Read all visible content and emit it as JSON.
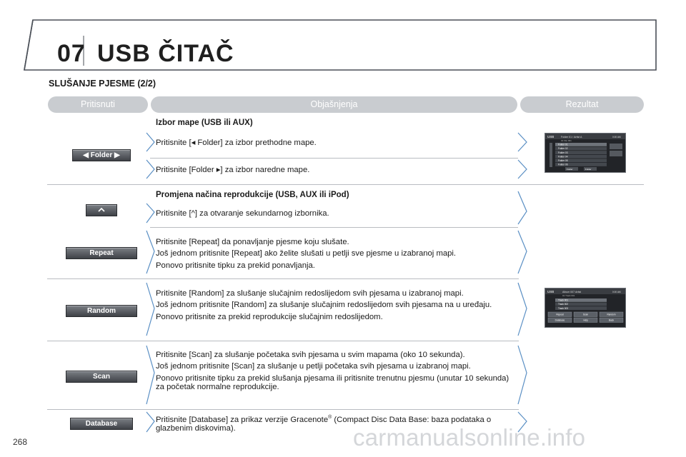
{
  "header": {
    "chapter_number": "07",
    "chapter_title": "USB ČITAČ"
  },
  "subtitle": "SLUŠANJE PJESME (2/2)",
  "columns": {
    "press": "Pritisnuti",
    "explanation": "Objašnjenja",
    "result": "Rezultat"
  },
  "section_folder": {
    "heading": "Izbor mape (USB ili AUX)",
    "button_label": "Folder",
    "prev_text": "Pritisnite [◂ Folder] za izbor prethodne mape.",
    "next_text": "Pritisnite [Folder ▸] za izbor naredne mape."
  },
  "section_mode": {
    "heading": "Promjena načina reprodukcije (USB, AUX ili iPod)",
    "menu_button_label": "^",
    "menu_text": "Pritisnite [^] za otvaranje sekundarnog izbornika."
  },
  "repeat": {
    "button_label": "Repeat",
    "lines": [
      "Pritisnite [Repeat] da ponavljanje pjesme koju slušate.",
      "Još jednom pritisnite [Repeat] ako želite slušati u petlji sve pjesme u izabranoj mapi.",
      "Ponovo pritisnite tipku za prekid ponavljanja."
    ]
  },
  "random": {
    "button_label": "Random",
    "lines": [
      "Pritisnite [Random] za slušanje slučajnim redoslijedom svih pjesama u izabranoj mapi.",
      "Još jednom pritisnite [Random] za slušanje slučajnim redoslijedom svih pjesama na u uređaju.",
      "Ponovo pritisnite za prekid reprodukcije slučajnim redoslijedom."
    ]
  },
  "scan": {
    "button_label": "Scan",
    "lines": [
      "Pritisnite [Scan] za slušanje početaka svih pjesama u svim mapama (oko 10 sekunda).",
      "Još jednom pritisnite [Scan] za slušanje u petlji početaka svih pjesama u izabranoj mapi.",
      "Ponovo pritisnite tipku za prekid slušanja pjesama ili pritisnite trenutnu pjesmu (unutar 10 sekunda) za početak normalne reprodukcije."
    ]
  },
  "database": {
    "button_label": "Database",
    "text_before": "Pritisnite [Database] za prikaz verzije Gracenote",
    "registered": "®",
    "text_after": " (Compact Disc Data Base: baza podataka o glazbenim diskovima)."
  },
  "screen1": {
    "source": "USB",
    "title": "Folder 01 / Artist A",
    "subtitle": "01 File 001",
    "clock": "0:00 AM",
    "list": [
      "Folder 01",
      "Folder 02",
      "Folder 03",
      "Folder 04",
      "Folder 05",
      "Folder 06"
    ],
    "nav_label": "Folder"
  },
  "screen2": {
    "source": "USB",
    "title": "Album 007 Artist",
    "subtitle": "01 Track 001",
    "clock": "0:00 AM",
    "list": [
      "Track 001",
      "Track 002",
      "Track 003"
    ],
    "buttons": [
      "Repeat",
      "Scan",
      "Random",
      "Database",
      "Help",
      "Back"
    ]
  },
  "footer": {
    "page_number": "268",
    "watermark": "carmanualsonline.info"
  },
  "colors": {
    "header_pill": "#c9ccd0",
    "rule": "#b9bcc1",
    "chevron": "#5a8fc4",
    "frame": "#4a4f57"
  },
  "icons": [
    "left-triangle-icon",
    "right-triangle-icon",
    "chevron-right-icon",
    "chevron-up-icon"
  ]
}
